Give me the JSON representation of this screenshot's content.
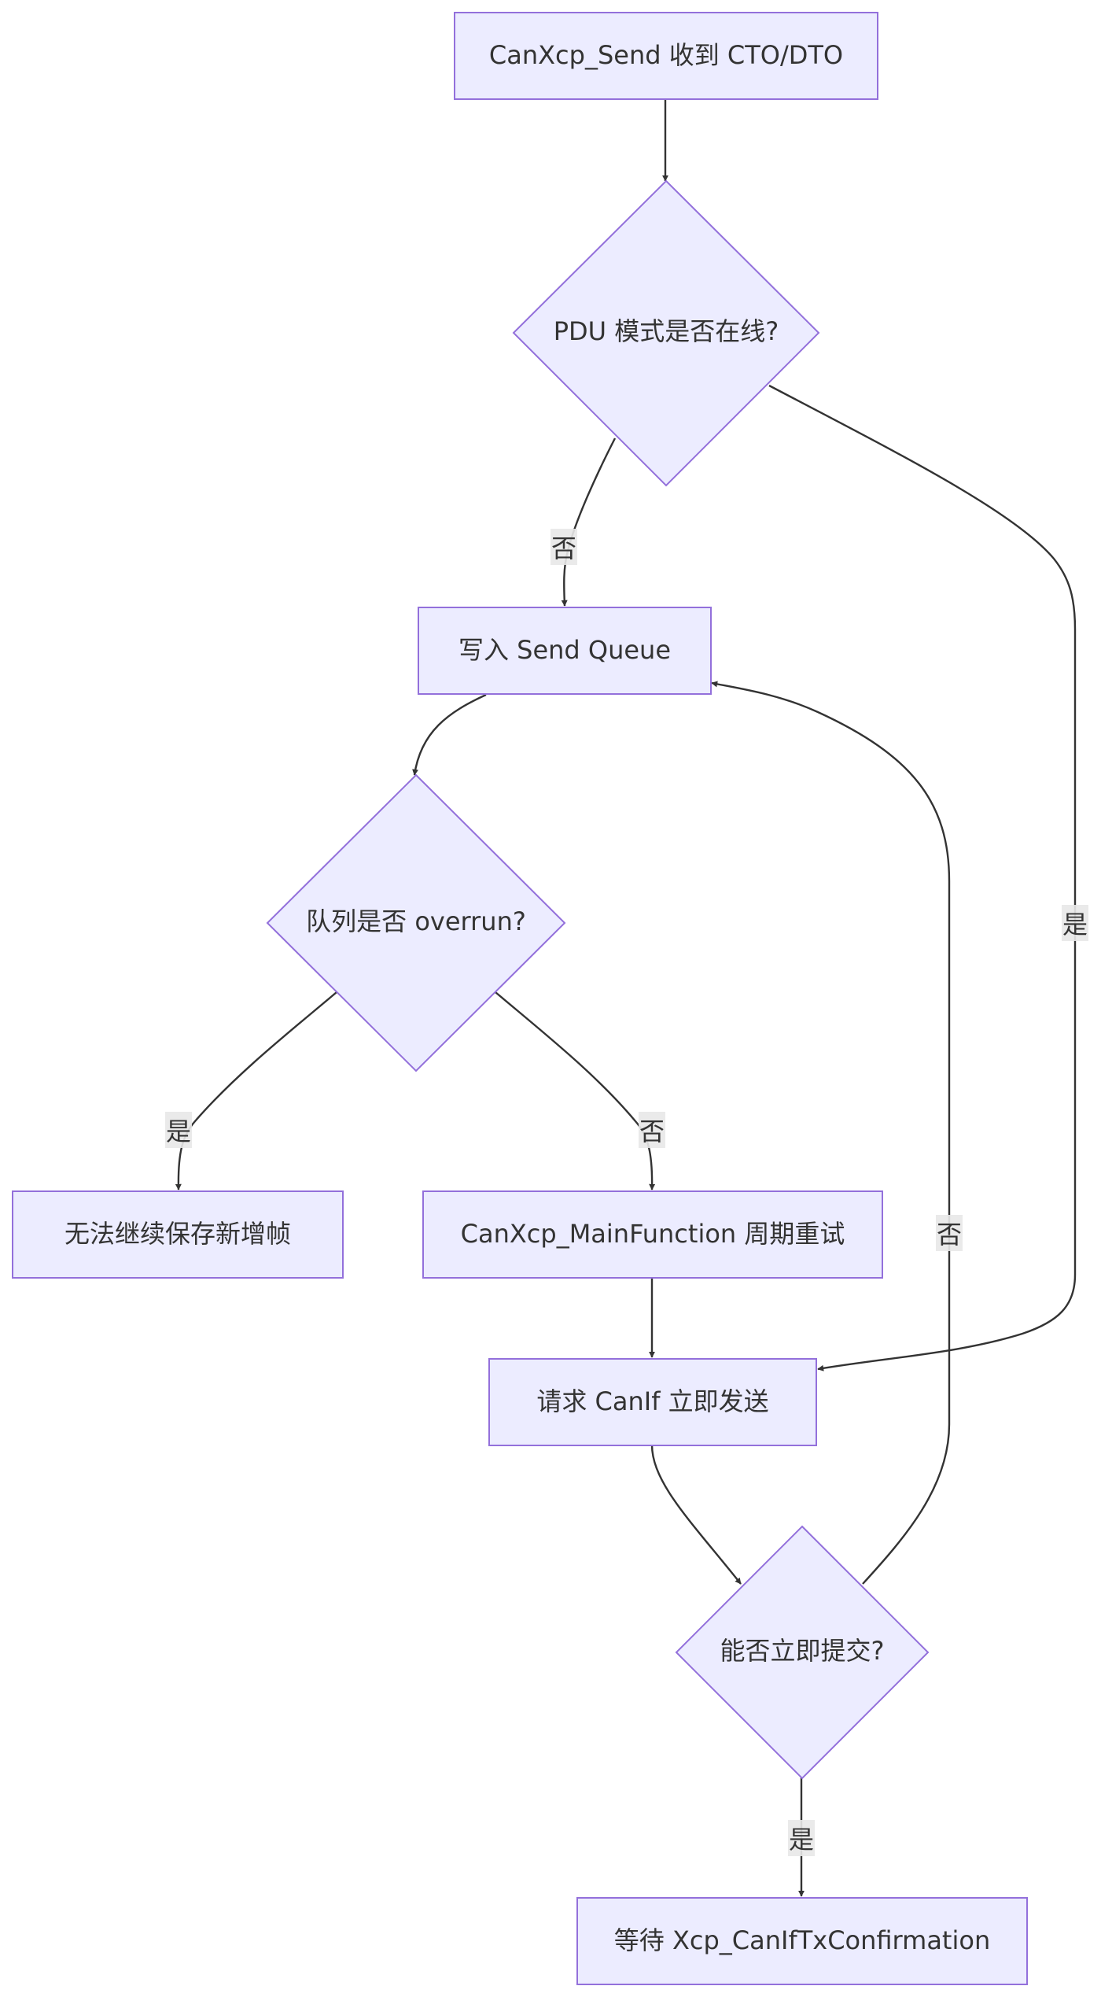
{
  "nodes": {
    "start": {
      "label": "CanXcp_Send 收到 CTO/DTO"
    },
    "pdu_online": {
      "label": "PDU 模式是否在线?"
    },
    "write_queue": {
      "label": "写入 Send Queue"
    },
    "overrun": {
      "label": "队列是否 overrun?"
    },
    "cannot_save": {
      "label": "无法继续保存新增帧"
    },
    "main_function": {
      "label": "CanXcp_MainFunction 周期重试"
    },
    "request_canif": {
      "label": "请求 CanIf 立即发送"
    },
    "can_submit": {
      "label": "能否立即提交?"
    },
    "wait_confirm": {
      "label": "等待 Xcp_CanIfTxConfirmation"
    }
  },
  "edges": {
    "start_to_pdu": {
      "label": ""
    },
    "pdu_no": {
      "label": "否"
    },
    "pdu_yes": {
      "label": "是"
    },
    "queue_to_overrun": {
      "label": ""
    },
    "overrun_yes": {
      "label": "是"
    },
    "overrun_no": {
      "label": "否"
    },
    "main_to_request": {
      "label": ""
    },
    "request_to_submit": {
      "label": ""
    },
    "submit_no": {
      "label": "否"
    },
    "submit_yes": {
      "label": "是"
    }
  },
  "colors": {
    "node_fill": "#ECECFF",
    "node_stroke": "#9370DB",
    "edge": "#333333",
    "edge_label_bg": "#e8e8e8",
    "text": "#333333"
  }
}
